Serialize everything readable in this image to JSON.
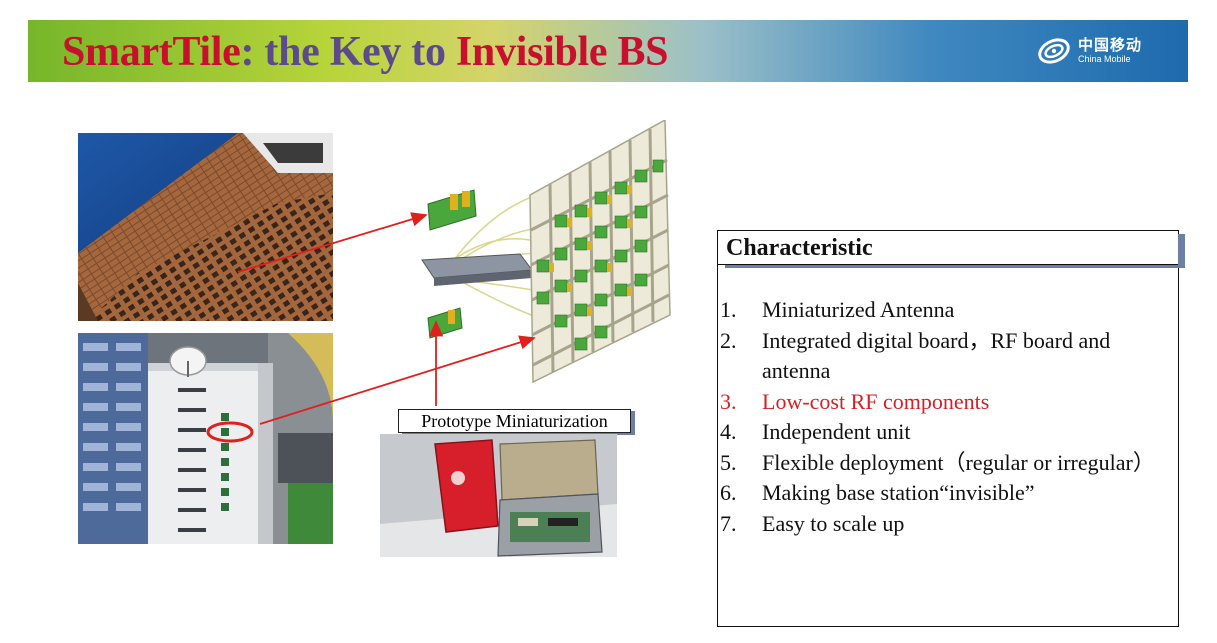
{
  "slide": {
    "title": {
      "part1": "SmartTile",
      "part2": ": the Key to ",
      "part3": "Invisible BS"
    },
    "logo": {
      "cn": "中国移动",
      "en": "China Mobile"
    },
    "prototype_label": "Prototype Miniaturization",
    "characteristics": {
      "heading": "Characteristic",
      "items": [
        {
          "num": "1.",
          "text": "Miniaturized Antenna"
        },
        {
          "num": "2.",
          "text": "Integrated digital board，RF board and antenna"
        },
        {
          "num": "3.",
          "text": "Low-cost RF components"
        },
        {
          "num": "4.",
          "text": "Independent unit"
        },
        {
          "num": "5.",
          "text": "Flexible  deployment（regular or irregular）"
        },
        {
          "num": "6.",
          "text": "Making base station“invisible”"
        },
        {
          "num": "7.",
          "text": "Easy to scale up"
        }
      ],
      "highlight_color": "#d41f24"
    },
    "colors": {
      "title_red": "#c8102e",
      "title_purple": "#5b4a8c",
      "arrow_red": "#e0201c"
    }
  }
}
